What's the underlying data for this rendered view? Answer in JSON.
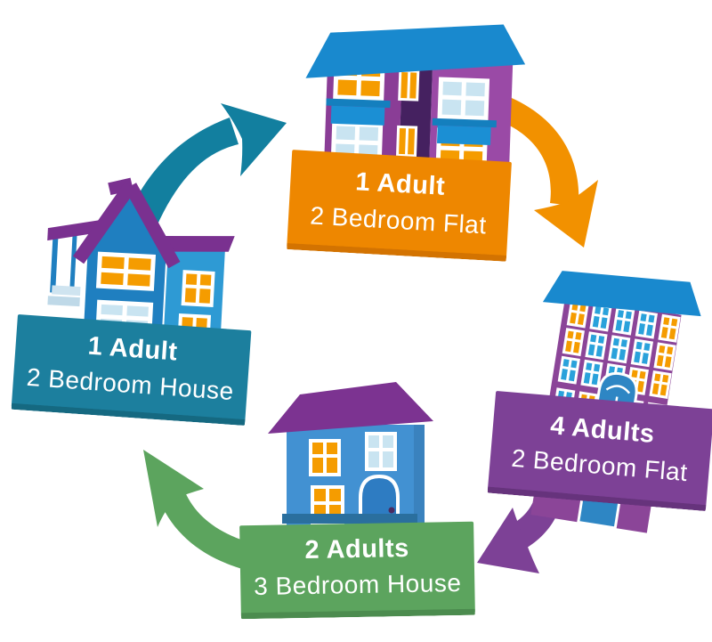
{
  "diagram": {
    "name": "housing-needs-cycle",
    "nodes": [
      {
        "id": "top",
        "line1": "1 Adult",
        "line2": "2 Bedroom Flat",
        "sign_color": "#EE8700",
        "building": "two-storey purple flat with blue roof and balconies"
      },
      {
        "id": "right",
        "line1": "4 Adults",
        "line2": "2 Bedroom Flat",
        "sign_color": "#7D4196",
        "building": "tall purple apartment block with blue roof and arched door"
      },
      {
        "id": "bottom",
        "line1": "2 Adults",
        "line2": "3 Bedroom House",
        "sign_color": "#5CA45E",
        "building": "blue detached house with purple roof and arched blue door"
      },
      {
        "id": "left",
        "line1": "1 Adult",
        "line2": "2 Bedroom House",
        "sign_color": "#1C7F9E",
        "building": "blue two-storey gabled house with purple roof and porch"
      }
    ],
    "arrows": [
      {
        "from": "left",
        "to": "top",
        "color": "#127F9F"
      },
      {
        "from": "top",
        "to": "right",
        "color": "#F29100"
      },
      {
        "from": "right",
        "to": "bottom",
        "color": "#7D4196"
      },
      {
        "from": "bottom",
        "to": "left",
        "color": "#5CA45E"
      }
    ],
    "palette": {
      "roof_blue": "#1989CE",
      "roof_purple": "#7A3190",
      "flat_purple": "#8A3D96",
      "flat_purple_light": "#9A4AA6",
      "flat_core_dark": "#452160",
      "tall_flat_purple": "#8B4598",
      "house_blue": "#1F7FC0",
      "house_blue_light": "#2E9AD4",
      "bottom_house_blue": "#4291D2",
      "door_blue": "#2E7CC2",
      "window_orange": "#F59C00",
      "window_light_blue": "#C9E4F1",
      "window_cyan": "#2AA2DB",
      "text": "#FFFFFF"
    }
  }
}
